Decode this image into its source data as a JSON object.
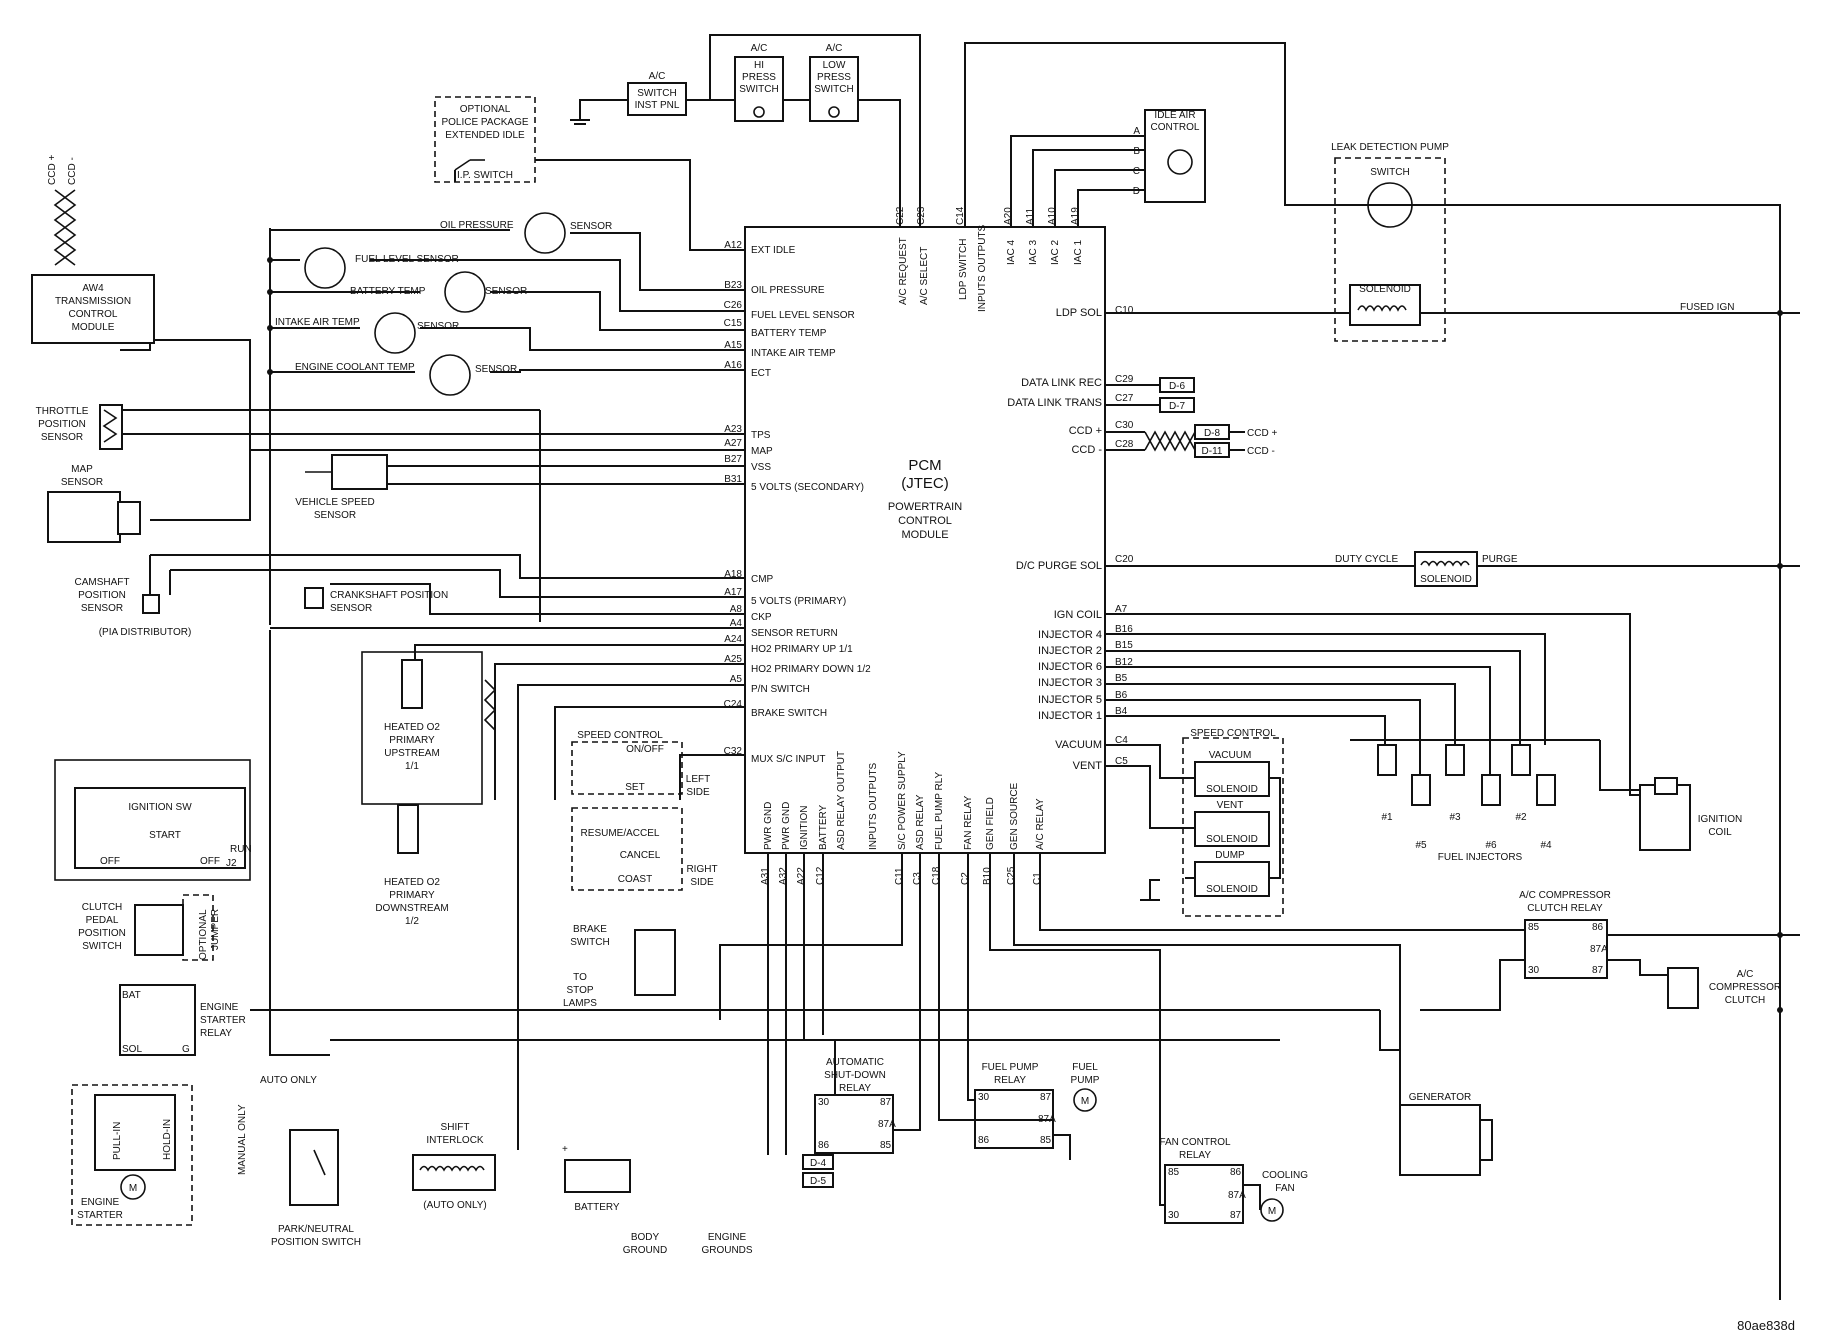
{
  "pcm": {
    "title": "PCM",
    "subtitle": "(JTEC)",
    "line1": "POWERTRAIN",
    "line2": "CONTROL",
    "line3": "MODULE",
    "left_pins": [
      {
        "code": "A12",
        "label": "EXT IDLE"
      },
      {
        "code": "B23",
        "label": "OIL PRESSURE"
      },
      {
        "code": "C26",
        "label": "FUEL LEVEL SENSOR"
      },
      {
        "code": "C15",
        "label": "BATTERY TEMP"
      },
      {
        "code": "A15",
        "label": "INTAKE AIR TEMP"
      },
      {
        "code": "A16",
        "label": "ECT"
      },
      {
        "code": "A23",
        "label": "TPS"
      },
      {
        "code": "A27",
        "label": "MAP"
      },
      {
        "code": "B27",
        "label": "VSS"
      },
      {
        "code": "B31",
        "label": "5 VOLTS (SECONDARY)"
      },
      {
        "code": "A18",
        "label": "CMP"
      },
      {
        "code": "A17",
        "label": "5 VOLTS (PRIMARY)"
      },
      {
        "code": "A8",
        "label": "CKP"
      },
      {
        "code": "A4",
        "label": "SENSOR RETURN"
      },
      {
        "code": "A24",
        "label": "HO2 PRIMARY UP 1/1"
      },
      {
        "code": "A25",
        "label": "HO2 PRIMARY DOWN 1/2"
      },
      {
        "code": "A5",
        "label": "P/N SWITCH"
      },
      {
        "code": "C24",
        "label": "BRAKE SWITCH"
      },
      {
        "code": "C32",
        "label": "MUX S/C INPUT"
      }
    ],
    "right_pins": [
      {
        "code": "C10",
        "label": "LDP SOL"
      },
      {
        "code": "C29",
        "label": "DATA LINK REC"
      },
      {
        "code": "C27",
        "label": "DATA LINK TRANS"
      },
      {
        "code": "C30",
        "label": "CCD +"
      },
      {
        "code": "C28",
        "label": "CCD -"
      },
      {
        "code": "C20",
        "label": "D/C PURGE SOL"
      },
      {
        "code": "A7",
        "label": "IGN COIL"
      },
      {
        "code": "B16",
        "label": "INJECTOR 4"
      },
      {
        "code": "B15",
        "label": "INJECTOR 2"
      },
      {
        "code": "B12",
        "label": "INJECTOR 6"
      },
      {
        "code": "B5",
        "label": "INJECTOR 3"
      },
      {
        "code": "B6",
        "label": "INJECTOR 5"
      },
      {
        "code": "B4",
        "label": "INJECTOR 1"
      },
      {
        "code": "C4",
        "label": "VACUUM"
      },
      {
        "code": "C5",
        "label": "VENT"
      }
    ],
    "top_pins": [
      {
        "code": "C22",
        "label": "A/C REQUEST"
      },
      {
        "code": "C23",
        "label": "A/C SELECT"
      },
      {
        "code": "C14",
        "label": "LDP SWITCH"
      },
      {
        "code": "A20",
        "label": "IAC 4"
      },
      {
        "code": "A11",
        "label": "IAC 3"
      },
      {
        "code": "A10",
        "label": "IAC 2"
      },
      {
        "code": "A19",
        "label": "IAC 1"
      }
    ],
    "inputs_outputs_top": "INPUTS OUTPUTS",
    "bottom_pins": [
      {
        "code": "A31",
        "label": "PWR GND"
      },
      {
        "code": "A32",
        "label": "PWR GND"
      },
      {
        "code": "A22",
        "label": "IGNITION"
      },
      {
        "code": "C12",
        "label": "BATTERY"
      },
      {
        "code": "",
        "label": "ASD RELAY OUTPUT"
      },
      {
        "code": "",
        "label": "INPUTS OUTPUTS"
      },
      {
        "code": "C11",
        "label": "S/C POWER SUPPLY"
      },
      {
        "code": "C3",
        "label": "ASD RELAY"
      },
      {
        "code": "C18",
        "label": "FUEL PUMP RLY"
      },
      {
        "code": "C2",
        "label": "FAN RELAY"
      },
      {
        "code": "B10",
        "label": "GEN FIELD"
      },
      {
        "code": "C25",
        "label": "GEN SOURCE"
      },
      {
        "code": "C1",
        "label": "A/C RELAY"
      }
    ]
  },
  "labels": {
    "ccd_plus": "CCD +",
    "ccd_minus": "CCD -",
    "aw4_line1": "AW4",
    "aw4_line2": "TRANSMISSION",
    "aw4_line3": "CONTROL",
    "aw4_line4": "MODULE",
    "tps_line1": "THROTTLE",
    "tps_line2": "POSITION",
    "tps_line3": "SENSOR",
    "map_line1": "MAP",
    "map_line2": "SENSOR",
    "cam_line1": "CAMSHAFT",
    "cam_line2": "POSITION",
    "cam_line3": "SENSOR",
    "pia": "(PIA DISTRIBUTOR)",
    "oil_pressure": "OIL PRESSURE",
    "sensor": "SENSOR",
    "fuel_level": "FUEL LEVEL SENSOR",
    "battery_temp": "BATTERY TEMP",
    "intake_air_temp": "INTAKE AIR TEMP",
    "ect": "ENGINE COOLANT TEMP",
    "vss_line1": "VEHICLE SPEED",
    "vss_line2": "SENSOR",
    "ckp_line1": "CRANKSHAFT POSITION",
    "ckp_line2": "SENSOR",
    "police_line1": "OPTIONAL",
    "police_line2": "POLICE PACKAGE",
    "police_line3": "EXTENDED IDLE",
    "ip_switch": "I.P. SWITCH",
    "ac_switch_line1": "A/C",
    "ac_switch_line2": "SWITCH",
    "ac_switch_line3": "INST PNL",
    "ac_hi_line1": "A/C",
    "ac_hi_line2": "HI",
    "ac_hi_line3": "PRESS",
    "ac_hi_line4": "SWITCH",
    "ac_lo_line1": "A/C",
    "ac_lo_line2": "LOW",
    "ac_lo_line3": "PRESS",
    "ac_lo_line4": "SWITCH",
    "iac_line1": "IDLE AIR",
    "iac_line2": "CONTROL",
    "ldp_title": "LEAK DETECTION PUMP",
    "ldp_switch": "SWITCH",
    "ldp_solenoid": "SOLENOID",
    "fused_ign": "FUSED IGN",
    "d6": "D-6",
    "d7": "D-7",
    "d8": "D-8",
    "d11": "D-11",
    "duty_cycle": "DUTY CYCLE",
    "purge": "PURGE",
    "solenoid": "SOLENOID",
    "speed_control": "SPEED CONTROL",
    "vacuum": "VACUUM",
    "vent": "VENT",
    "dump": "DUMP",
    "ign_coil_line1": "IGNITION",
    "ign_coil_line2": "COIL",
    "fuel_injectors": "FUEL INJECTORS",
    "inj_1": "#1",
    "inj_2": "#2",
    "inj_3": "#3",
    "inj_4": "#4",
    "inj_5": "#5",
    "inj_6": "#6",
    "ho2_up_line1": "HEATED O2",
    "ho2_up_line2": "PRIMARY",
    "ho2_up_line3": "UPSTREAM",
    "ho2_up_line4": "1/1",
    "ho2_dn_line1": "HEATED O2",
    "ho2_dn_line2": "PRIMARY",
    "ho2_dn_line3": "DOWNSTREAM",
    "ho2_dn_line4": "1/2",
    "on_off": "ON/OFF",
    "set": "SET",
    "left_side_line1": "LEFT",
    "left_side_line2": "SIDE",
    "resume": "RESUME/ACCEL",
    "cancel": "CANCEL",
    "coast": "COAST",
    "right_side_line1": "RIGHT",
    "right_side_line2": "SIDE",
    "ign_sw": "IGNITION SW",
    "start": "START",
    "off": "OFF",
    "run": "RUN",
    "j2": "J2",
    "clutch_line1": "CLUTCH",
    "clutch_line2": "PEDAL",
    "clutch_line3": "POSITION",
    "clutch_line4": "SWITCH",
    "optional_jumper_line1": "OPTIONAL",
    "optional_jumper_line2": "JUMPER",
    "bat": "BAT",
    "sol": "SOL",
    "g": "G",
    "starter_relay_line1": "ENGINE",
    "starter_relay_line2": "STARTER",
    "starter_relay_line3": "RELAY",
    "pull_in": "PULL-IN",
    "hold_in": "HOLD-IN",
    "engine_starter_line1": "ENGINE",
    "engine_starter_line2": "STARTER",
    "auto_only": "AUTO ONLY",
    "manual_only": "MANUAL ONLY",
    "pn_line1": "PARK/NEUTRAL",
    "pn_line2": "POSITION SWITCH",
    "shift_line1": "SHIFT",
    "shift_line2": "INTERLOCK",
    "shift_line3": "(AUTO ONLY)",
    "brake_line1": "BRAKE",
    "brake_line2": "SWITCH",
    "stop_line1": "TO",
    "stop_line2": "STOP",
    "stop_line3": "LAMPS",
    "battery": "BATTERY",
    "body_ground_line1": "BODY",
    "body_ground_line2": "GROUND",
    "engine_grounds_line1": "ENGINE",
    "engine_grounds_line2": "GROUNDS",
    "d4": "D-4",
    "d5": "D-5",
    "asd_line1": "AUTOMATIC",
    "asd_line2": "SHUT-DOWN",
    "asd_line3": "RELAY",
    "fp_relay_line1": "FUEL PUMP",
    "fp_relay_line2": "RELAY",
    "fuel_pump_line1": "FUEL",
    "fuel_pump_line2": "PUMP",
    "p30": "30",
    "p87": "87",
    "p87a": "87A",
    "p86": "86",
    "p85": "85",
    "fan_relay_line1": "FAN CONTROL",
    "fan_relay_line2": "RELAY",
    "cooling_fan_line1": "COOLING",
    "cooling_fan_line2": "FAN",
    "generator": "GENERATOR",
    "acc_relay_line1": "A/C COMPRESSOR",
    "acc_relay_line2": "CLUTCH RELAY",
    "acc_clutch_line1": "A/C",
    "acc_clutch_line2": "COMPRESSOR",
    "acc_clutch_line3": "CLUTCH",
    "motor": "M",
    "plus": "+",
    "figure_id": "80ae838d"
  }
}
